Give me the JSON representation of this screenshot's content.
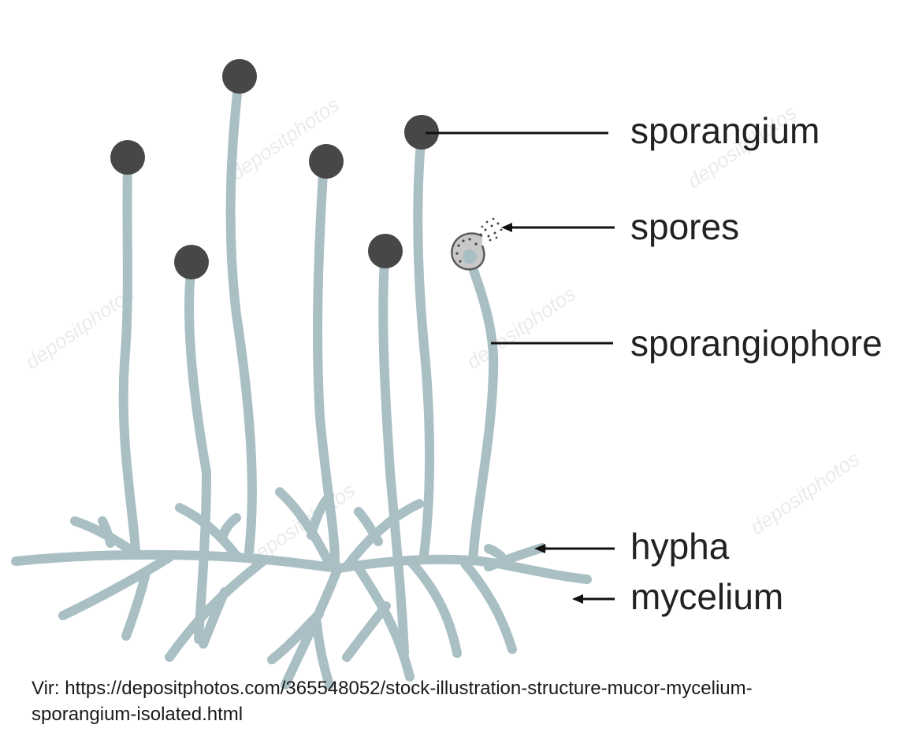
{
  "diagram": {
    "labels": {
      "sporangium": "sporangium",
      "spores": "spores",
      "sporangiophore": "sporangiophore",
      "hypha": "hypha",
      "mycelium": "mycelium"
    },
    "watermark": "depositphotos",
    "colors": {
      "hyphae": "#a9bfc4",
      "sporangium": "#474747",
      "label_text": "#222222",
      "leader_line": "#111111",
      "background": "#ffffff"
    }
  },
  "source_note": {
    "line1": "Vir: https://depositphotos.com/365548052/stock-illustration-structure-mucor-mycelium-",
    "line2": "sporangium-isolated.html"
  }
}
